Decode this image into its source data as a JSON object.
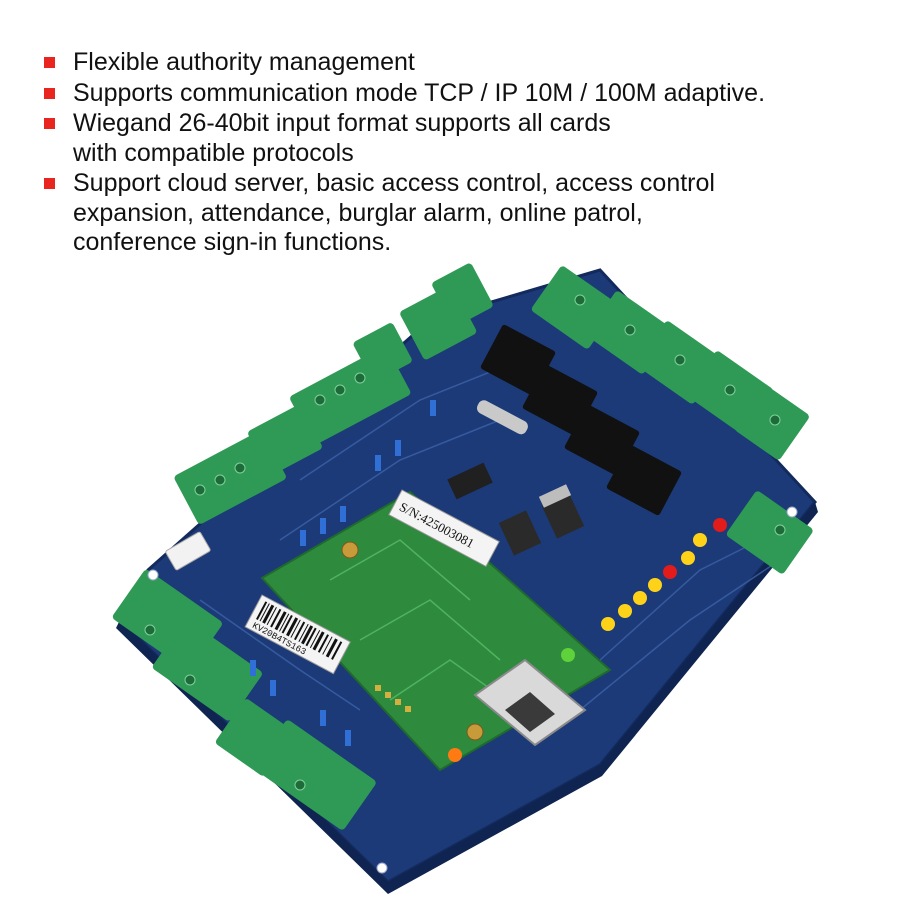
{
  "features": [
    {
      "lines": [
        "Flexible authority management"
      ]
    },
    {
      "lines": [
        "Supports communication mode TCP / IP 10M / 100M adaptive."
      ]
    },
    {
      "lines": [
        "Wiegand 26-40bit input format supports all cards",
        "with compatible protocols"
      ]
    },
    {
      "lines": [
        "Support cloud server, basic access control, access control",
        "expansion, attendance, burglar alarm, online patrol,",
        "conference sign-in functions."
      ]
    }
  ],
  "board": {
    "serial_label": "S/N:425003081",
    "barcode_label": "KV20B4TS163",
    "pcb_color": "#1c3a78",
    "module_color": "#2e8a3d",
    "terminal_color": "#2f9a55",
    "bullet_color": "#e8261f"
  }
}
